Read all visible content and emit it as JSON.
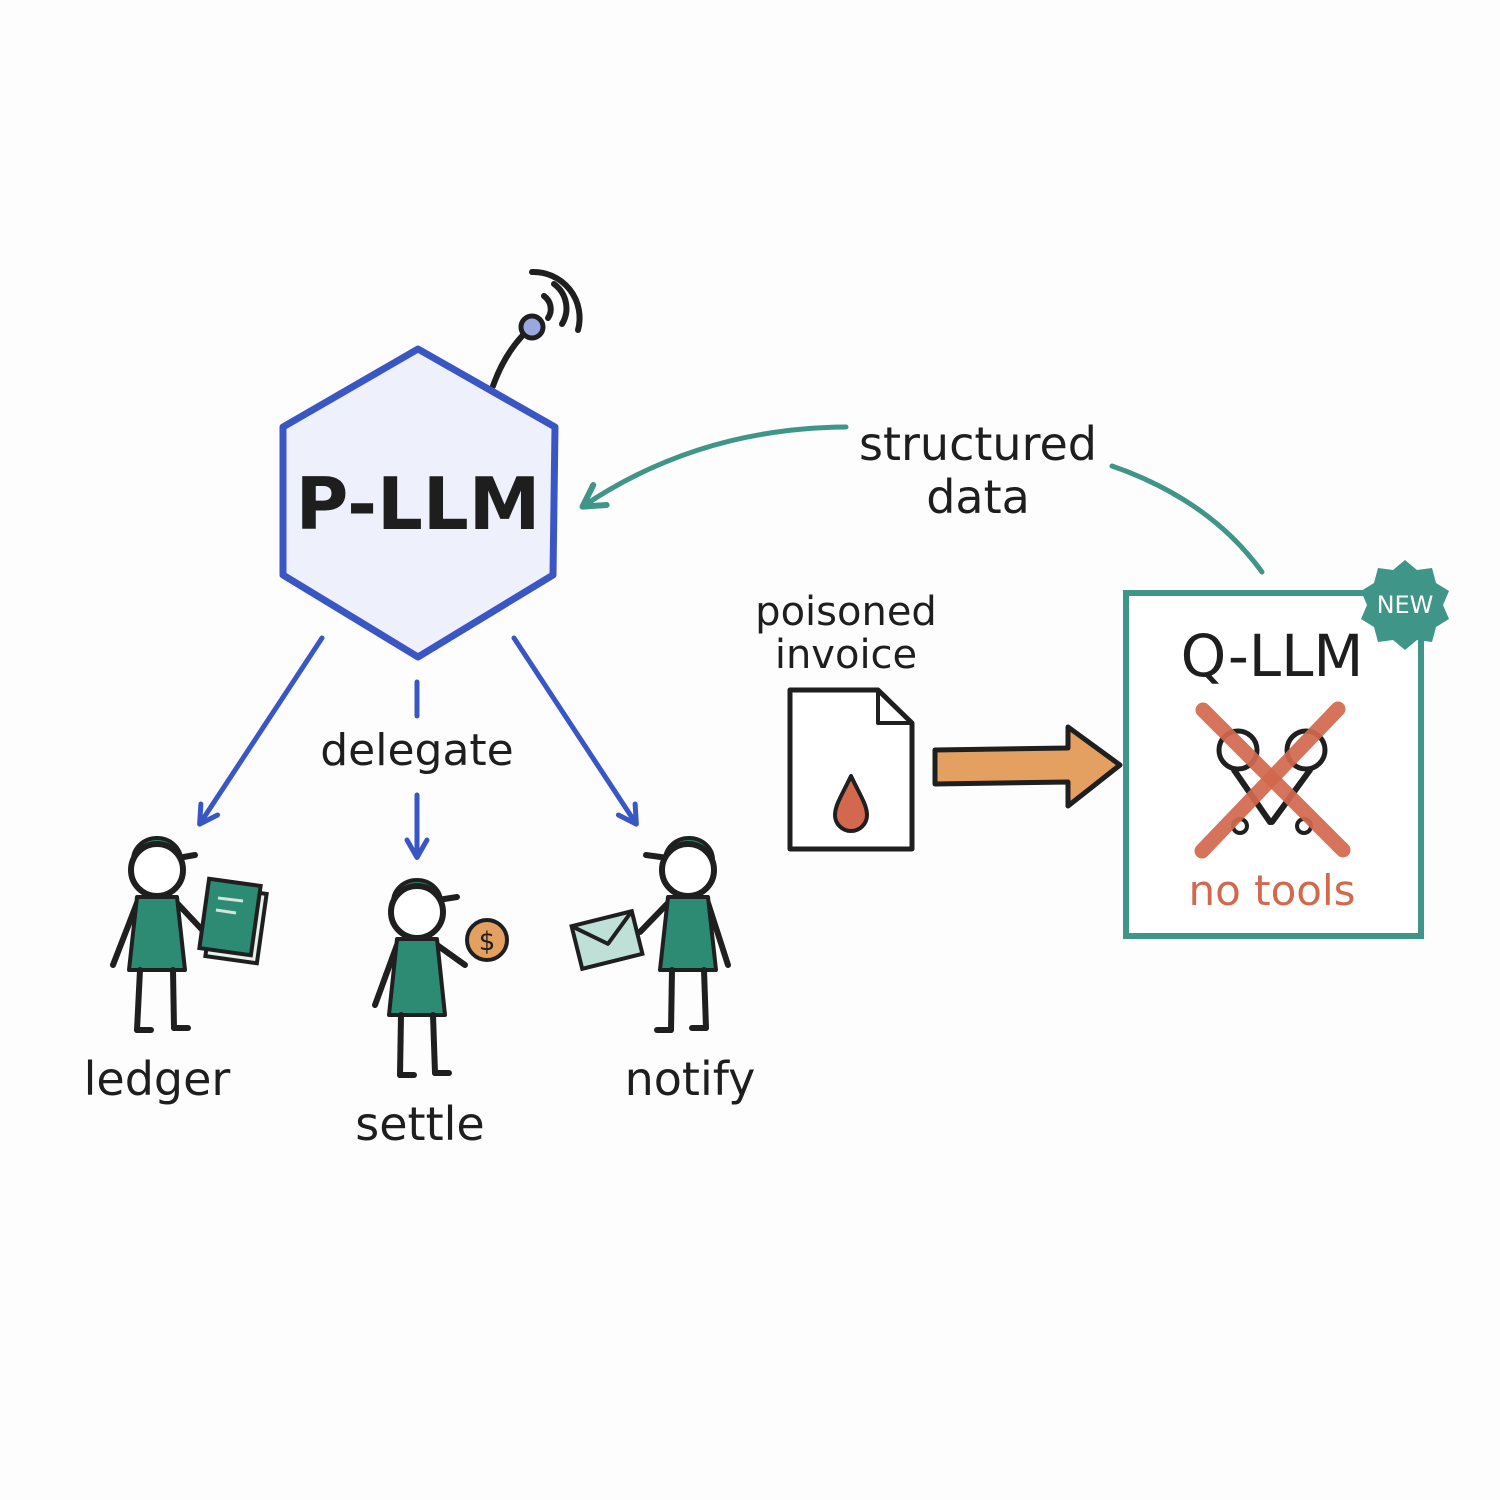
{
  "colors": {
    "p_llm_stroke": "#3a56c5",
    "p_llm_fill": "#eef1fc",
    "q_llm_stroke": "#3f9588",
    "worker_green": "#2e8b73",
    "arrow_orange": "#e3a060",
    "cross_red": "#d2694e"
  },
  "p_llm": {
    "label": "P-LLM",
    "icon": "antenna-icon"
  },
  "delegate": {
    "label": "delegate"
  },
  "workers": [
    {
      "label": "ledger",
      "icon": "book-icon"
    },
    {
      "label": "settle",
      "icon": "coin-icon",
      "coin_symbol": "$"
    },
    {
      "label": "notify",
      "icon": "envelope-icon"
    }
  ],
  "return_flow": {
    "line1": "structured",
    "line2": "data"
  },
  "input": {
    "line1": "poisoned",
    "line2": "invoice",
    "icon": "document-icon"
  },
  "q_llm": {
    "label": "Q-LLM",
    "badge": "NEW",
    "constraint": "no tools",
    "icon": "crossed-tools-icon"
  }
}
